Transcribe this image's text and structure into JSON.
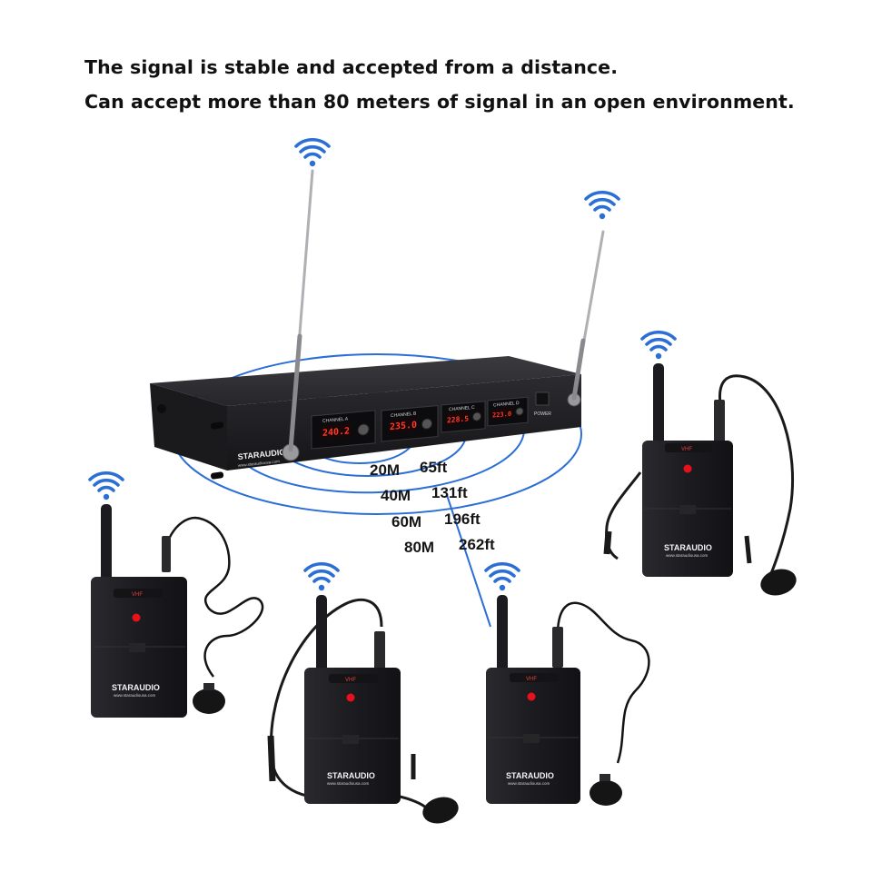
{
  "headline": {
    "line1": "The signal is stable and accepted from a distance.",
    "line2": "Can accept more than 80 meters of signal in an open environment."
  },
  "distances": [
    {
      "meters": "20M",
      "feet": "65ft"
    },
    {
      "meters": "40M",
      "feet": "131ft"
    },
    {
      "meters": "60M",
      "feet": "196ft"
    },
    {
      "meters": "80M",
      "feet": "262ft"
    }
  ],
  "receiver": {
    "brand": "STARAUDIO",
    "url": "www.staraudiousa.com",
    "channels": [
      "CHANNEL A",
      "CHANNEL B",
      "CHANNEL C",
      "CHANNEL D"
    ],
    "displays": [
      "240.2",
      "235.0",
      "228.5",
      "223.0"
    ],
    "power_label": "POWER"
  },
  "bodypack": {
    "band": "VHF",
    "brand": "STARAUDIO",
    "url": "www.staraudiousa.com"
  },
  "colors": {
    "wave_blue": "#2b6fd6",
    "device_black": "#1e1e22",
    "led_red": "#e8101a",
    "text": "#111111"
  }
}
